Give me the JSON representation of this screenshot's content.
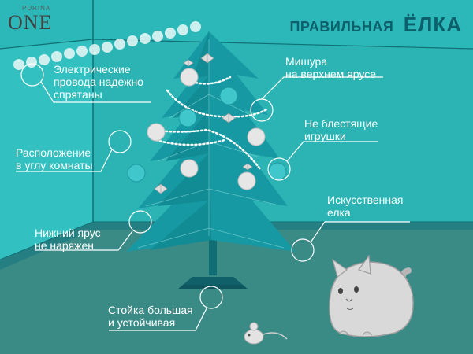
{
  "brand": {
    "top": "PURINA",
    "name": "ONE"
  },
  "title": {
    "part1": "ПРАВИЛЬНАЯ",
    "part2": "ЁЛКА"
  },
  "labels": {
    "wires": [
      "Электрические",
      "провода надежно",
      "спрятаны"
    ],
    "tinsel": [
      "Мишура",
      "на верхнем ярусе"
    ],
    "toys": [
      "Не блестящие",
      "игрушки"
    ],
    "corner": [
      "Расположение",
      "в углу комнаты"
    ],
    "artificial": [
      "Искусственная",
      "елка"
    ],
    "lower": [
      "Нижний ярус",
      "не наряжен"
    ],
    "stand": [
      "Стойка большая",
      "и устойчивая"
    ]
  },
  "colors": {
    "wall": "#2fbcbc",
    "wall_dark": "#229f9f",
    "floor": "#3f8b88",
    "tree": "#1a9ea6",
    "title": "#0c5f6b",
    "line": "#ffffff"
  }
}
